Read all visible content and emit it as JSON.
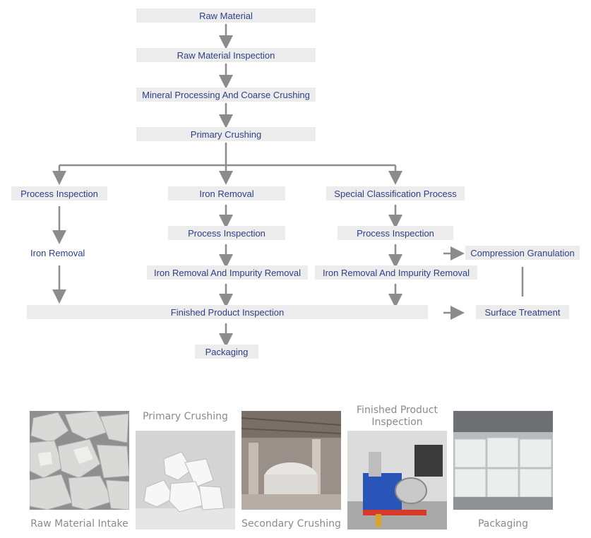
{
  "flow": {
    "raw_material": "Raw Material",
    "raw_material_inspection": "Raw Material Inspection",
    "coarse_crushing": "Mineral Processing And Coarse Crushing",
    "primary_crushing": "Primary Crushing",
    "left": {
      "process_inspection": "Process Inspection",
      "iron_removal": "Iron Removal"
    },
    "middle": {
      "iron_removal": "Iron Removal",
      "process_inspection": "Process Inspection",
      "impurity_removal": "Iron Removal And Impurity Removal"
    },
    "right": {
      "special_classification": "Special Classification Process",
      "process_inspection": "Process Inspection",
      "impurity_removal": "Iron Removal And Impurity Removal"
    },
    "compression_granulation": "Compression Granulation",
    "surface_treatment": "Surface Treatment",
    "finished_inspection": "Finished Product Inspection",
    "packaging": "Packaging"
  },
  "photos": [
    {
      "caption": "Raw Material Intake",
      "icon": "raw-stone-photo"
    },
    {
      "caption": "Primary Crushing",
      "icon": "crushed-quartz-photo"
    },
    {
      "caption": "Secondary Crushing",
      "icon": "factory-mill-photo"
    },
    {
      "caption": "Finished Product Inspection",
      "icon": "inspection-machine-photo"
    },
    {
      "caption": "Packaging",
      "icon": "bulk-bags-photo"
    }
  ],
  "colors": {
    "box_fill": "#ececec",
    "text": "#2e3f86",
    "arrow": "#8c8c8c",
    "caption": "#8a8a8a"
  }
}
